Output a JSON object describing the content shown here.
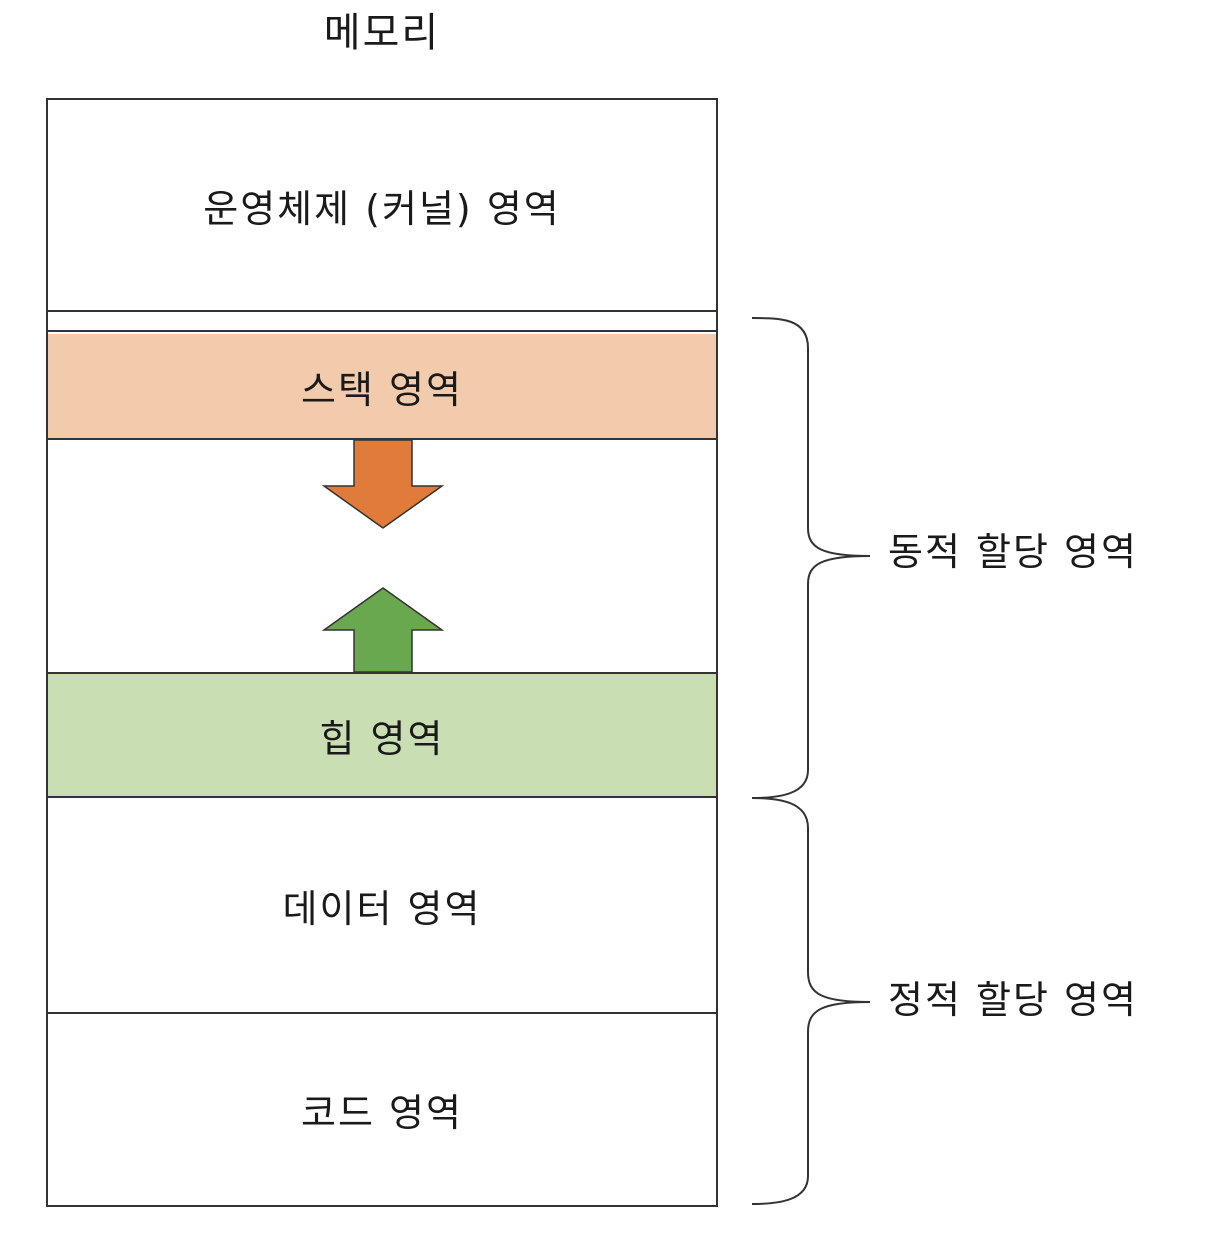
{
  "title": "메모리",
  "regions": {
    "os": {
      "label": "운영체제 (커널) 영역"
    },
    "stack": {
      "label": "스택 영역",
      "fill": "#f2cbac"
    },
    "heap": {
      "label": "힙 영역",
      "fill": "#c9deb3"
    },
    "data": {
      "label": "데이터 영역"
    },
    "code": {
      "label": "코드 영역"
    }
  },
  "arrows": {
    "stack_growth": {
      "direction": "down",
      "color": "#e07b39"
    },
    "heap_growth": {
      "direction": "up",
      "color": "#6aa84f"
    }
  },
  "groups": {
    "dynamic": {
      "label": "동적 할당 영역"
    },
    "static": {
      "label": "정적 할당 영역"
    }
  }
}
